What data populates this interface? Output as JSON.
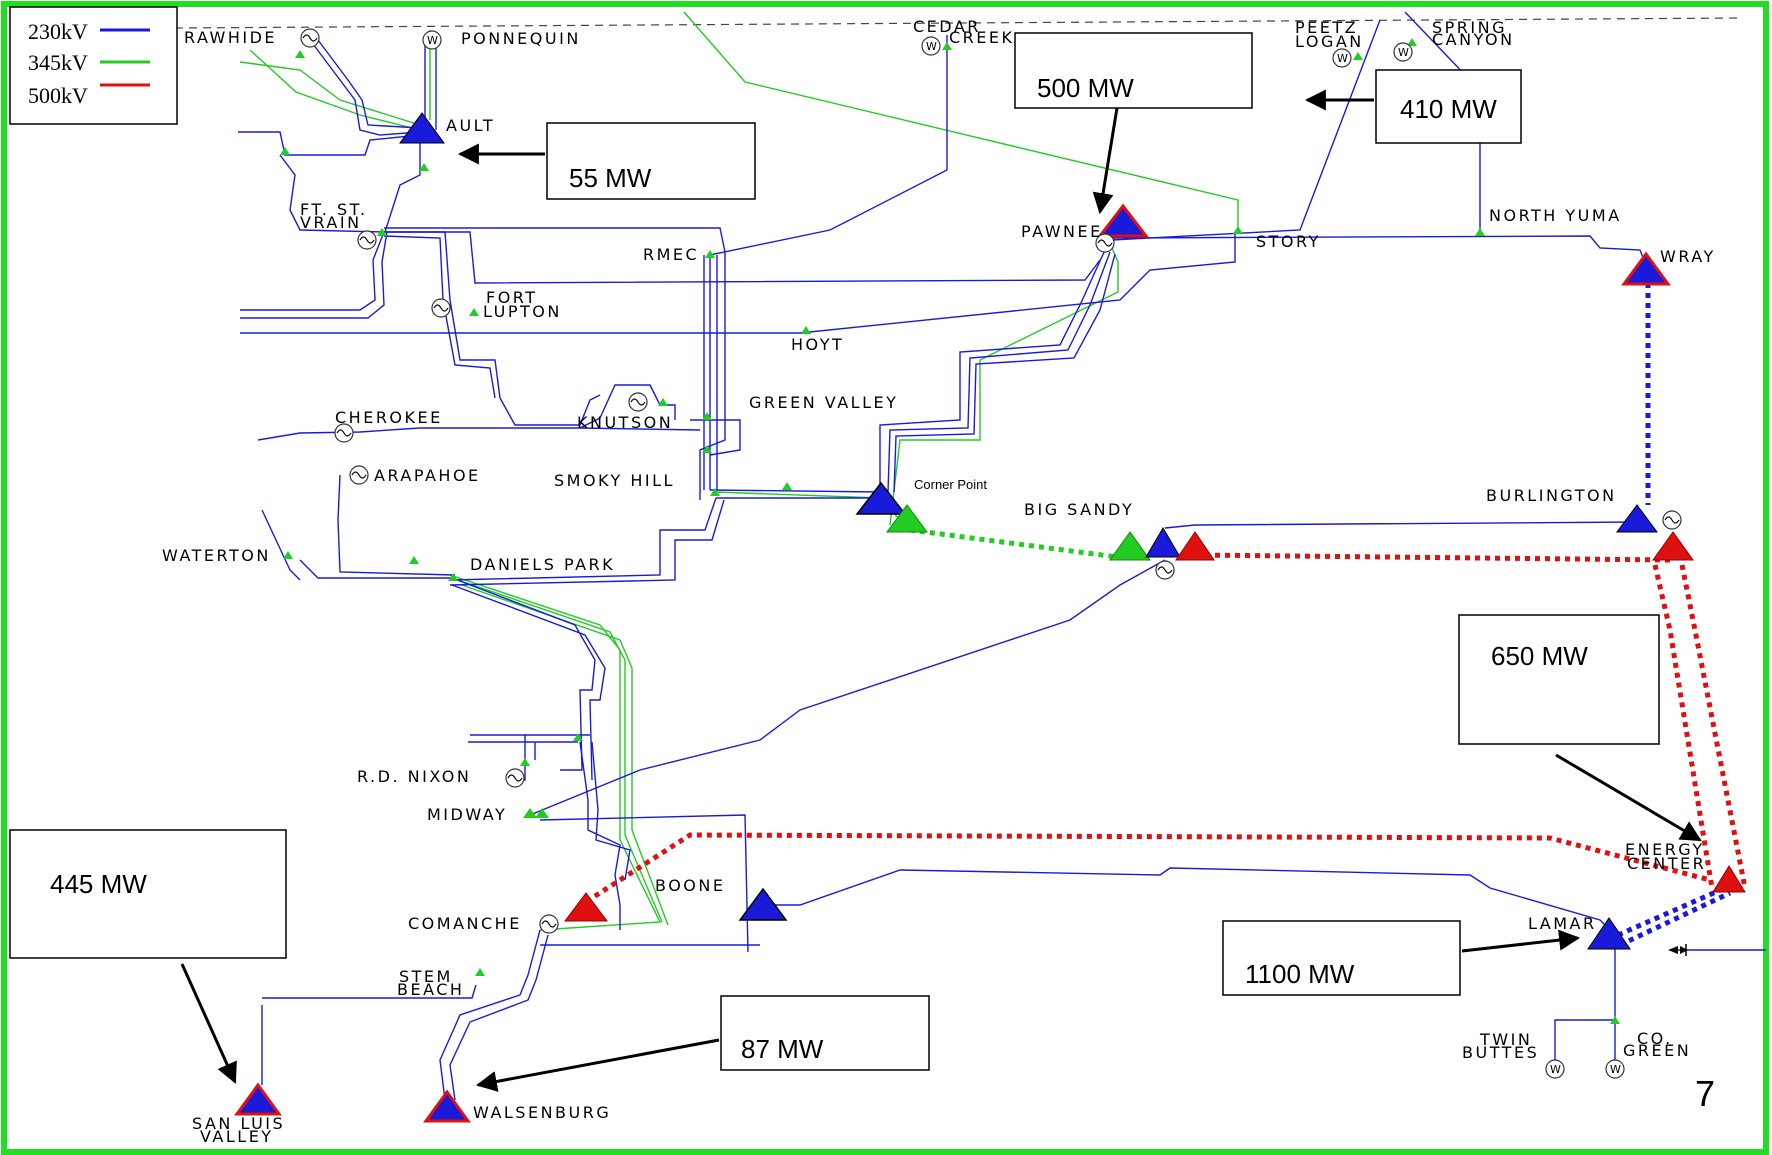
{
  "legend": {
    "items": [
      {
        "label": "230kV",
        "color": "#1a1adb"
      },
      {
        "label": "345kV",
        "color": "#22cc22"
      },
      {
        "label": "500kV",
        "color": "#e01010"
      }
    ]
  },
  "stations": {
    "rawhide": "RAWHIDE",
    "ponnequin": "PONNEQUIN",
    "ault": "AULT",
    "cedar_creek_1": "CEDAR",
    "cedar_creek_2": "CREEK",
    "peetz_logan_1": "PEETZ",
    "peetz_logan_2": "LOGAN",
    "spring_canyon_1": "SPRING",
    "spring_canyon_2": "CANYON",
    "ft_st_vrain_1": "FT.  ST.",
    "ft_st_vrain_2": "VRAIN",
    "pawnee": "PAWNEE",
    "story": "STORY",
    "north_yuma": "NORTH  YUMA",
    "wray": "WRAY",
    "rmec": "RMEC",
    "fort_lupton_1": "FORT",
    "fort_lupton_2": "LUPTON",
    "hoyt": "HOYT",
    "green_valley": "GREEN  VALLEY",
    "cherokee": "CHEROKEE",
    "knutson": "KNUTSON",
    "arapahoe": "ARAPAHOE",
    "smoky_hill": "SMOKY  HILL",
    "corner_point": "Corner Point",
    "big_sandy": "BIG  SANDY",
    "burlington": "BURLINGTON",
    "waterton": "WATERTON",
    "daniels_park": "DANIELS  PARK",
    "rd_nixon": "R.D.  NIXON",
    "midway": "MIDWAY",
    "boone": "BOONE",
    "comanche": "COMANCHE",
    "energy_center_1": "ENERGY",
    "energy_center_2": "CENTER",
    "lamar": "LAMAR",
    "stem_beach_1": "STEM",
    "stem_beach_2": "BEACH",
    "twin_buttes_1": "TWIN",
    "twin_buttes_2": "BUTTES",
    "co_green_1": "CO.",
    "co_green_2": "GREEN",
    "san_luis_valley_1": "SAN  LUIS",
    "san_luis_valley_2": "VALLEY",
    "walsenburg": "WALSENBURG"
  },
  "callouts": {
    "ault_mw": "55 MW",
    "pawnee_mw": "500 MW",
    "peetz_mw": "410 MW",
    "energy_center_mw": "650 MW",
    "lamar_mw": "1100 MW",
    "san_luis_mw": "445 MW",
    "walsenburg_mw": "87 MW"
  },
  "page_number": "7",
  "colors": {
    "frame": "#22dd22",
    "kv230": "#1a1adb",
    "kv345": "#22cc22",
    "kv500": "#e01010",
    "substation_blue": "#1a1adb",
    "substation_red": "#e01010",
    "substation_green": "#22cc22"
  },
  "icons": {
    "generator": "generator-sine-icon",
    "wind": "wind-w-icon",
    "substation": "substation-triangle-icon"
  }
}
